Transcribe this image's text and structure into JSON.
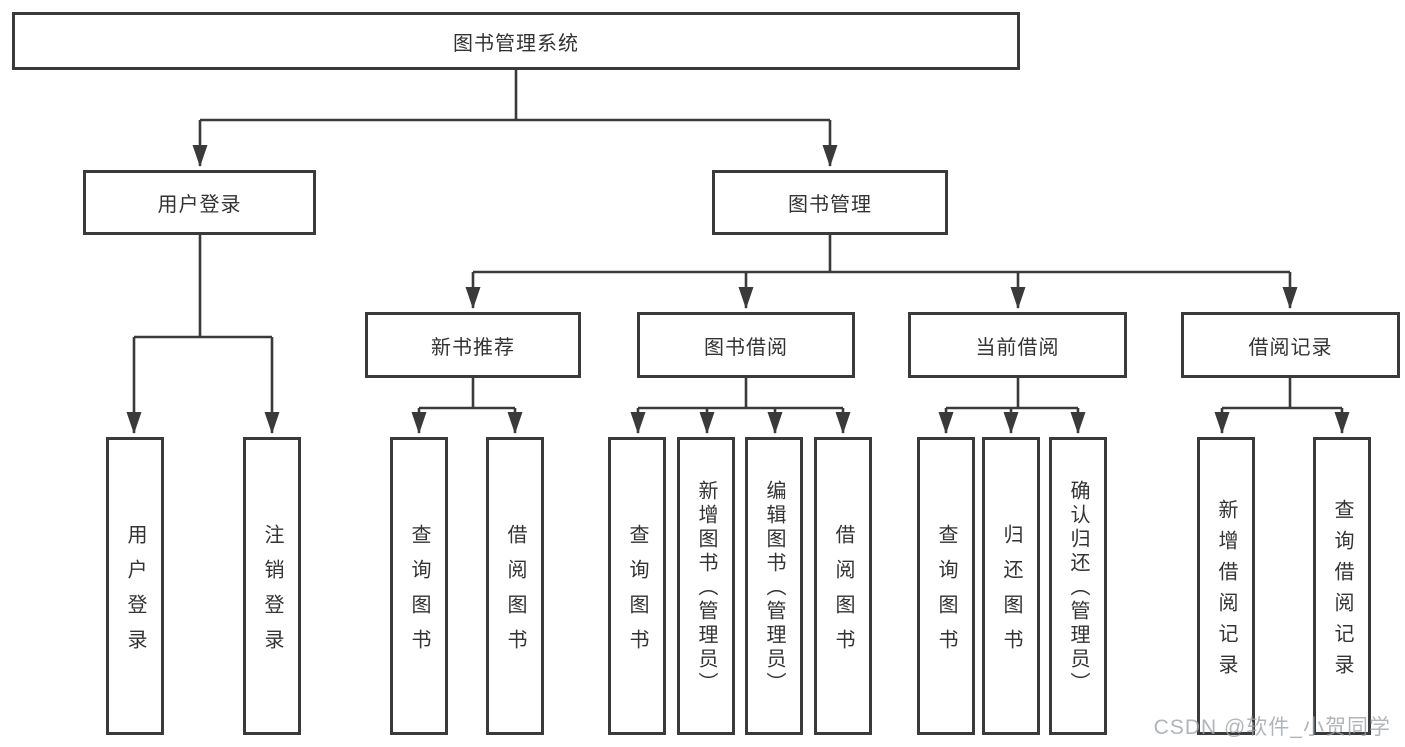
{
  "diagram": {
    "root": {
      "label": "图书管理系统"
    },
    "level2": [
      {
        "label": "用户登录"
      },
      {
        "label": "图书管理"
      }
    ],
    "level3": [
      {
        "label": "新书推荐"
      },
      {
        "label": "图书借阅"
      },
      {
        "label": "当前借阅"
      },
      {
        "label": "借阅记录"
      }
    ],
    "leaves": {
      "userLogin": [
        {
          "label": "用户登录"
        },
        {
          "label": "注销登录"
        }
      ],
      "newBooks": [
        {
          "label": "查询图书"
        },
        {
          "label": "借阅图书"
        }
      ],
      "bookBorrow": [
        {
          "label": "查询图书"
        },
        {
          "label": "新增图书（管理员）"
        },
        {
          "label": "编辑图书（管理员）"
        },
        {
          "label": "借阅图书"
        }
      ],
      "currentBorrow": [
        {
          "label": "查询图书"
        },
        {
          "label": "归还图书"
        },
        {
          "label": "确认归还（管理员）"
        }
      ],
      "borrowRecords": [
        {
          "label": "新增借阅记录"
        },
        {
          "label": "查询借阅记录"
        }
      ]
    },
    "colors": {
      "line": "#3a3a3a",
      "box_fill": "#ffffff",
      "text": "#333333",
      "watermark": "#9ea2a8"
    },
    "watermark": "CSDN @软件_小贺同学"
  }
}
